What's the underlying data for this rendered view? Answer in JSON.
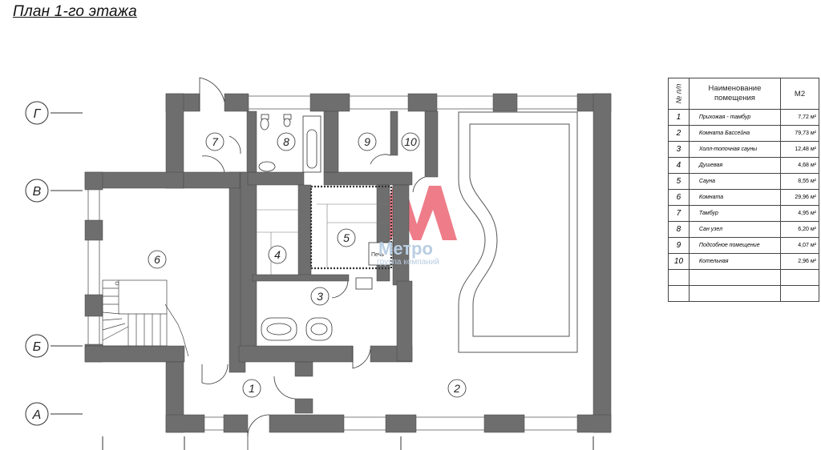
{
  "title": "План 1-го этажа",
  "axes": [
    "Г",
    "В",
    "Б",
    "А"
  ],
  "stove_label": "Печь",
  "watermark": {
    "main": "Метро",
    "sub": "группа компаний",
    "accent_color": "#e3263b",
    "text_color": "#b9cde3"
  },
  "colors": {
    "wall": "#6e6e6e",
    "line": "#333333"
  },
  "legend": {
    "headers": {
      "num": "№ п/п",
      "name_line1": "Наименование",
      "name_line2": "помещения",
      "area": "М2"
    },
    "rows": [
      {
        "num": "1",
        "name": "Прихожая - тамбур",
        "area": "7,72 м²"
      },
      {
        "num": "2",
        "name": "Комната Бассейна",
        "area": "79,73 м²"
      },
      {
        "num": "3",
        "name": "Холл-топочная сауны",
        "area": "12,48 м²"
      },
      {
        "num": "4",
        "name": "Душевая",
        "area": "4,68 м²"
      },
      {
        "num": "5",
        "name": "Сауна",
        "area": "8,55 м²"
      },
      {
        "num": "6",
        "name": "Комната",
        "area": "29,96 м²"
      },
      {
        "num": "7",
        "name": "Тамбур",
        "area": "4,95 м²"
      },
      {
        "num": "8",
        "name": "Сан узел",
        "area": "6,20 м²"
      },
      {
        "num": "9",
        "name": "Подсобное помещение",
        "area": "4,07 м²"
      },
      {
        "num": "10",
        "name": "Котельная",
        "area": "2,96 м²"
      },
      {
        "num": "",
        "name": "",
        "area": ""
      },
      {
        "num": "",
        "name": "",
        "area": ""
      }
    ]
  }
}
